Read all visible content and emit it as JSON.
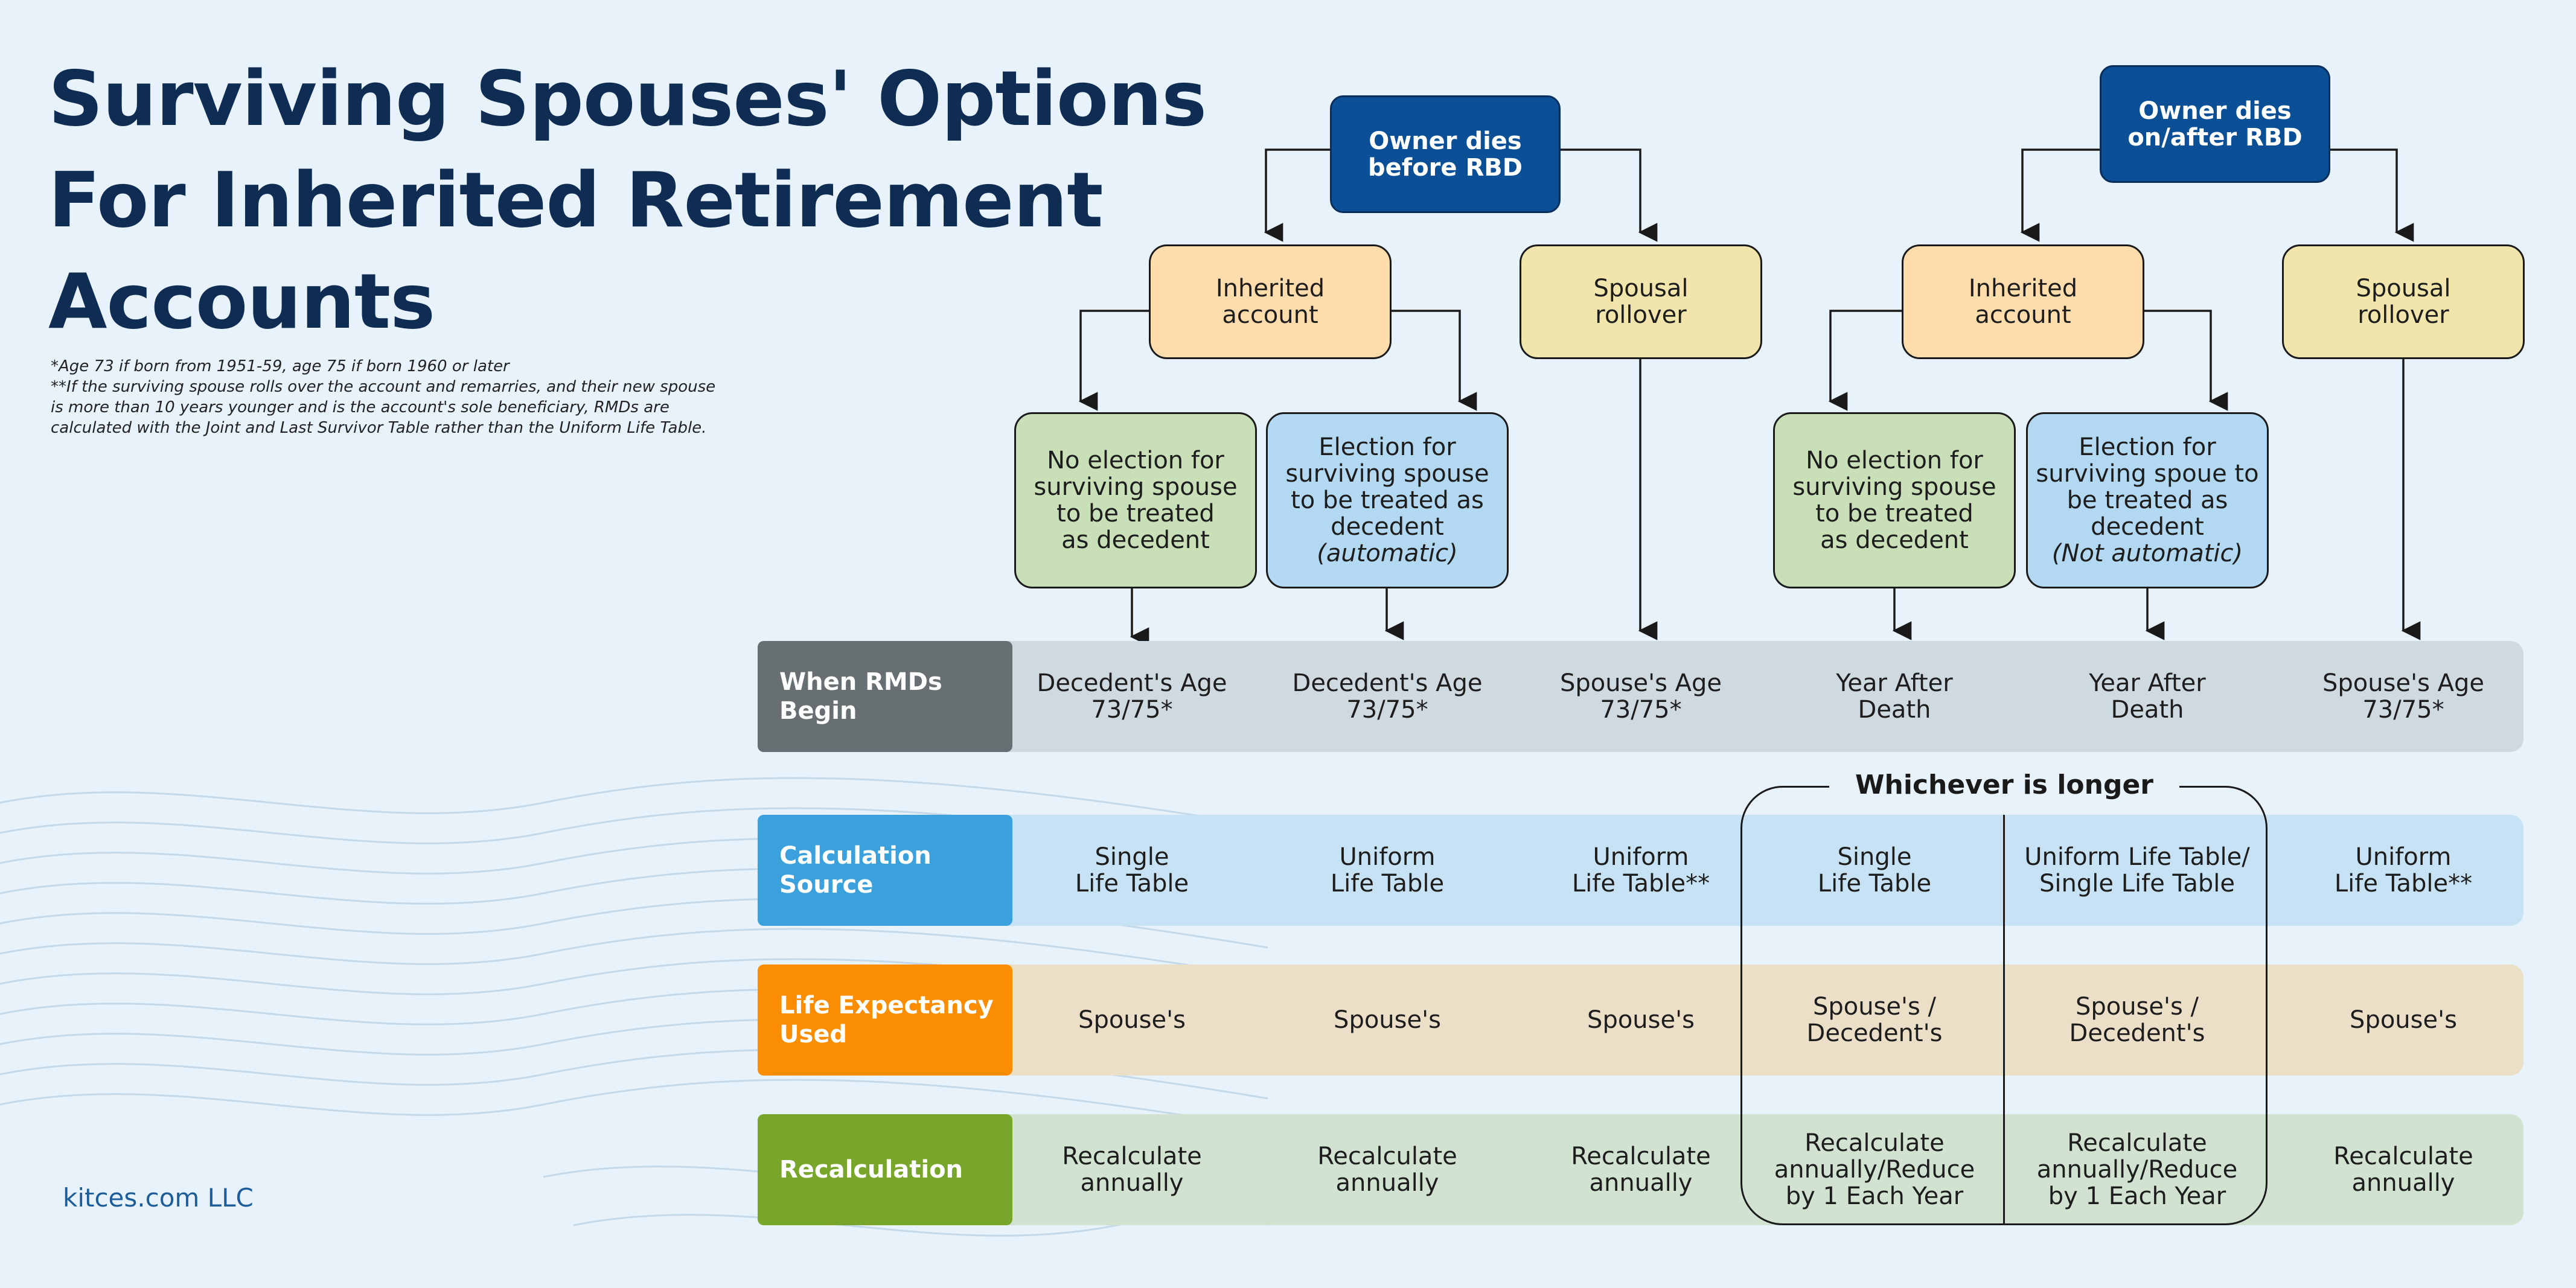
{
  "title": {
    "line1": "Surviving Spouses' Options",
    "line2": "For Inherited Retirement",
    "line3": "Accounts"
  },
  "footnotes": {
    "line1": "*Age 73 if born from 1951-59, age 75 if born 1960 or later",
    "line2": "**If the surviving spouse rolls over the account and remarries, and their new spouse",
    "line3": "is more than 10 years younger and is the account's sole beneficiary, RMDs are",
    "line4": "calculated with the Joint and Last Survivor Table rather than the Uniform Life Table."
  },
  "brand": "kitces.com LLC",
  "tree": {
    "before": {
      "owner": {
        "line1": "Owner dies",
        "line2": "before RBD"
      },
      "inherited": {
        "line1": "Inherited",
        "line2": "account"
      },
      "rollover": {
        "line1": "Spousal",
        "line2": "rollover"
      },
      "no_election": {
        "line1": "No election for",
        "line2": "surviving spouse",
        "line3": "to be treated",
        "line4": "as decedent"
      },
      "election": {
        "line1": "Election for",
        "line2": "surviving spouse",
        "line3": "to be treated as",
        "line4": "decedent",
        "line5": "(automatic)"
      }
    },
    "after": {
      "owner": {
        "line1": "Owner dies",
        "line2": "on/after RBD"
      },
      "inherited": {
        "line1": "Inherited",
        "line2": "account"
      },
      "rollover": {
        "line1": "Spousal",
        "line2": "rollover"
      },
      "no_election": {
        "line1": "No election for",
        "line2": "surviving spouse",
        "line3": "to be treated",
        "line4": "as decedent"
      },
      "election": {
        "line1": "Election for",
        "line2": "surviving spoue to",
        "line3": "be treated as",
        "line4": "decedent",
        "line5": "(Not automatic)"
      }
    }
  },
  "colors": {
    "when": "#676f72",
    "calc": "#3aa1dc",
    "life": "#fb8d02",
    "recalc": "#78a62b",
    "when_bg": "#cfd9e0",
    "calc_bg": "#c6e2f4",
    "life_bg": "#ebdfc8",
    "recalc_bg": "#d1e3d0"
  },
  "rows": {
    "when": {
      "label": {
        "line1": "When RMDs",
        "line2": "Begin"
      },
      "c1": {
        "line1": "Decedent's Age",
        "line2": "73/75*"
      },
      "c2": {
        "line1": "Decedent's Age",
        "line2": "73/75*"
      },
      "c3": {
        "line1": "Spouse's Age",
        "line2": "73/75*"
      },
      "c4": {
        "line1": "Year After",
        "line2": "Death"
      },
      "c5": {
        "line1": "Year After",
        "line2": "Death"
      },
      "c6": {
        "line1": "Spouse's Age",
        "line2": "73/75*"
      }
    },
    "calc": {
      "label": {
        "line1": "Calculation",
        "line2": "Source"
      },
      "c1": {
        "line1": "Single",
        "line2": "Life Table"
      },
      "c2": {
        "line1": "Uniform",
        "line2": "Life Table"
      },
      "c3": {
        "line1": "Uniform",
        "line2": "Life Table**"
      },
      "c4": {
        "line1": "Single",
        "line2": "Life Table"
      },
      "c5": {
        "line1": "Uniform Life Table/",
        "line2": "Single Life Table"
      },
      "c6": {
        "line1": "Uniform",
        "line2": "Life Table**"
      }
    },
    "life": {
      "label": {
        "line1": "Life Expectancy",
        "line2": "Used"
      },
      "c1": {
        "line1": "Spouse's"
      },
      "c2": {
        "line1": "Spouse's"
      },
      "c3": {
        "line1": "Spouse's"
      },
      "c4": {
        "line1": "Spouse's /",
        "line2": "Decedent's"
      },
      "c5": {
        "line1": "Spouse's /",
        "line2": "Decedent's"
      },
      "c6": {
        "line1": "Spouse's"
      }
    },
    "recalc": {
      "label": {
        "line1": "Recalculation"
      },
      "c1": {
        "line1": "Recalculate",
        "line2": "annually"
      },
      "c2": {
        "line1": "Recalculate",
        "line2": "annually"
      },
      "c3": {
        "line1": "Recalculate",
        "line2": "annually"
      },
      "c4": {
        "line1": "Recalculate",
        "line2": "annually/Reduce",
        "line3": "by 1 Each Year"
      },
      "c5": {
        "line1": "Recalculate",
        "line2": "annually/Reduce",
        "line3": "by 1 Each Year"
      },
      "c6": {
        "line1": "Recalculate",
        "line2": "annually"
      }
    }
  },
  "whichever_label": "Whichever is longer"
}
